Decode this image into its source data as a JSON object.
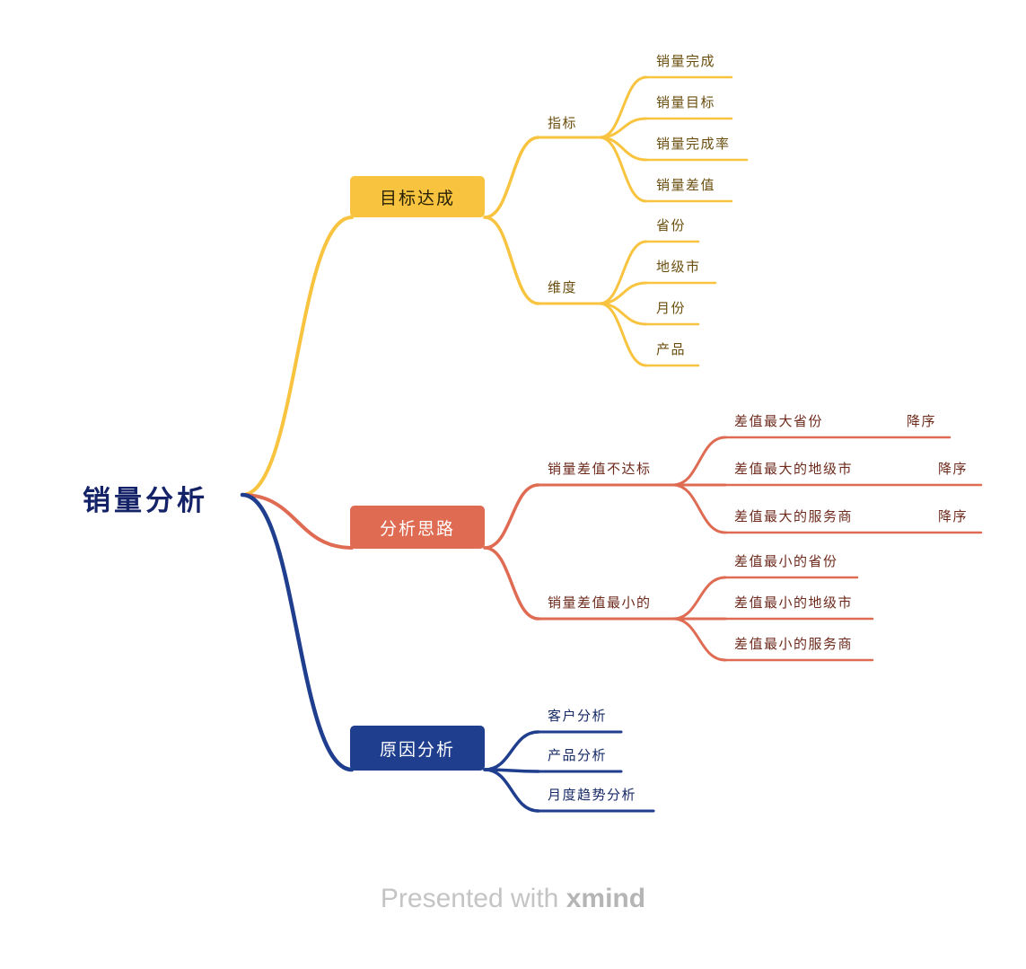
{
  "root": {
    "label": "销量分析"
  },
  "colors": {
    "root_text": "#142267",
    "yellow": "#F8C440",
    "yellow_text": "#6A4E0E",
    "red": "#DF6B52",
    "red_text": "#6E2A1C",
    "blue": "#1F3E8E",
    "blue_text": "#172a66"
  },
  "branches": {
    "goal": {
      "label": "目标达成",
      "groups": [
        {
          "label": "指标",
          "items": [
            "销量完成",
            "销量目标",
            "销量完成率",
            "销量差值"
          ]
        },
        {
          "label": "维度",
          "items": [
            "省份",
            "地级市",
            "月份",
            "产品"
          ]
        }
      ]
    },
    "analysis": {
      "label": "分析思路",
      "groups": [
        {
          "label": "销量差值不达标",
          "items": [
            {
              "label": "差值最大省份",
              "tag": "降序"
            },
            {
              "label": "差值最大的地级市",
              "tag": "降序"
            },
            {
              "label": "差值最大的服务商",
              "tag": "降序"
            }
          ]
        },
        {
          "label": "销量差值最小的",
          "items": [
            {
              "label": "差值最小的省份"
            },
            {
              "label": "差值最小的地级市"
            },
            {
              "label": "差值最小的服务商"
            }
          ]
        }
      ]
    },
    "reason": {
      "label": "原因分析",
      "items": [
        "客户分析",
        "产品分析",
        "月度趋势分析"
      ]
    }
  },
  "footer": {
    "prefix": "Presented with",
    "brand": "xmind"
  }
}
